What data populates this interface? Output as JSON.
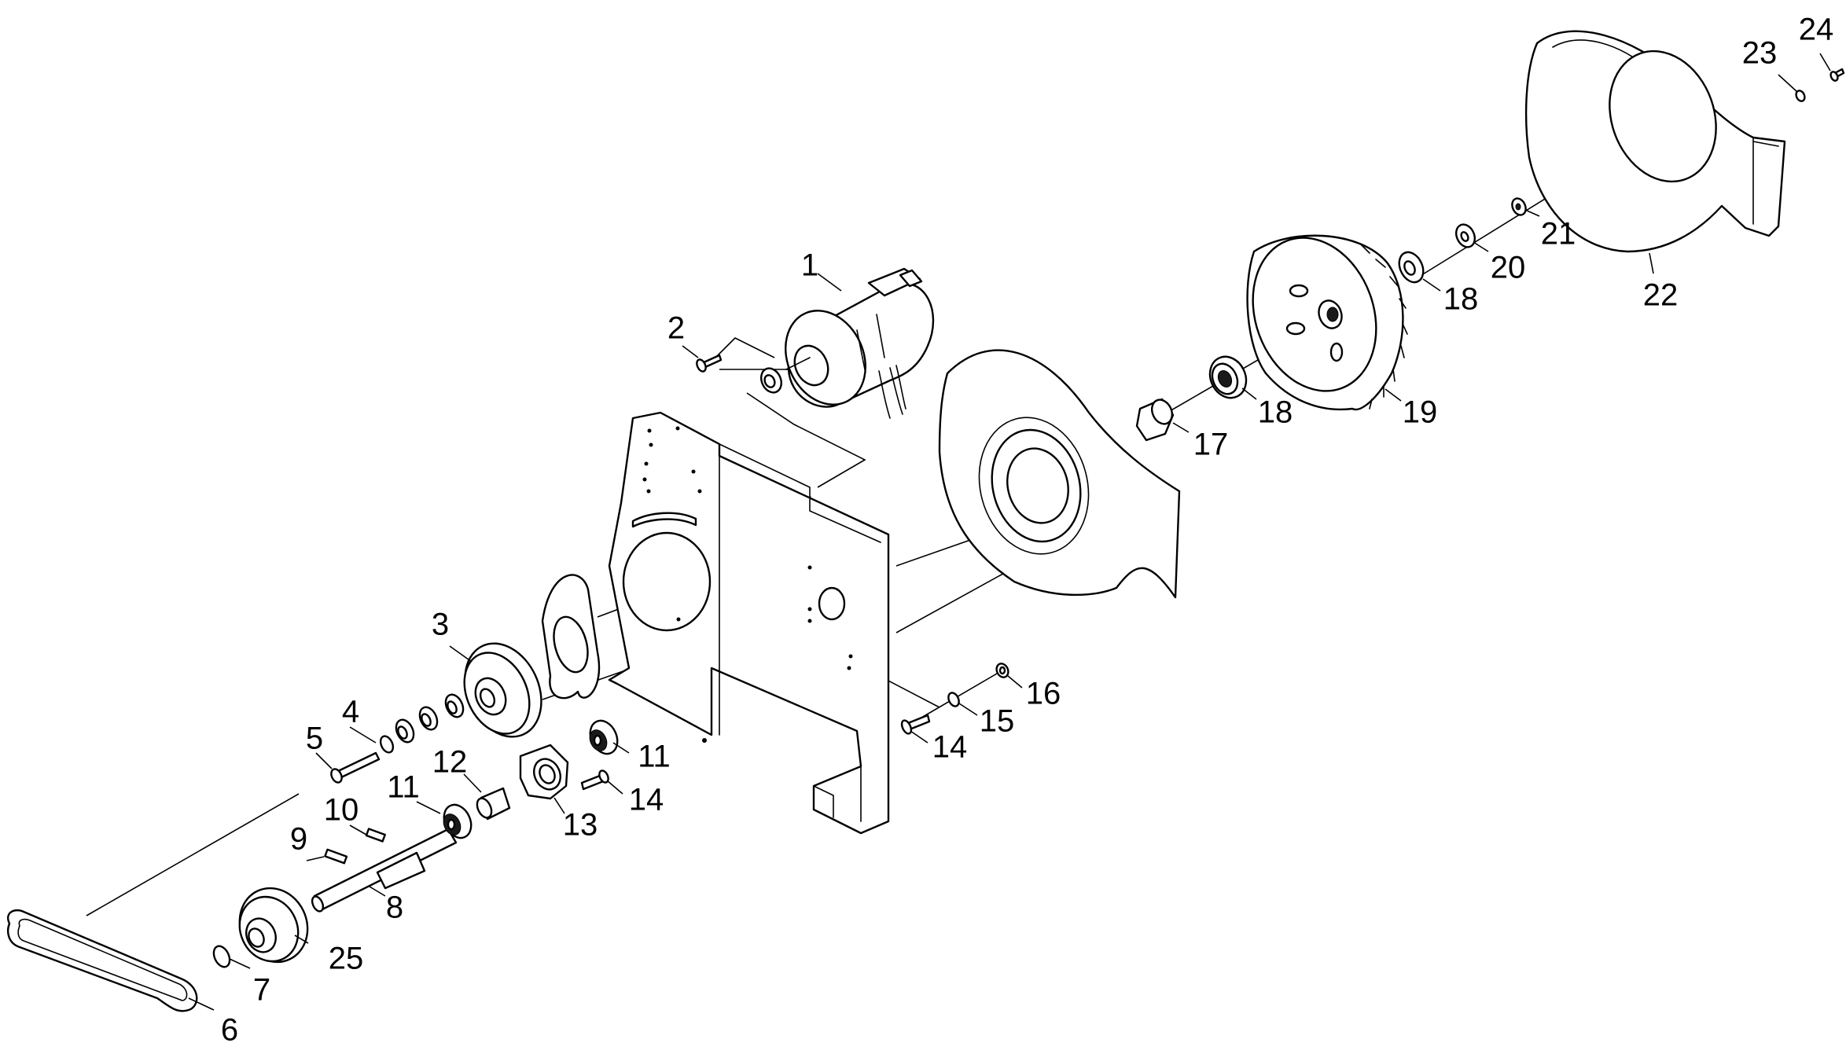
{
  "callouts": [
    {
      "label": "1"
    },
    {
      "label": "2"
    },
    {
      "label": "3"
    },
    {
      "label": "4"
    },
    {
      "label": "5"
    },
    {
      "label": "6"
    },
    {
      "label": "7"
    },
    {
      "label": "8"
    },
    {
      "label": "9"
    },
    {
      "label": "10"
    },
    {
      "label": "11"
    },
    {
      "label": "11"
    },
    {
      "label": "12"
    },
    {
      "label": "13"
    },
    {
      "label": "14"
    },
    {
      "label": "14"
    },
    {
      "label": "15"
    },
    {
      "label": "16"
    },
    {
      "label": "17"
    },
    {
      "label": "18"
    },
    {
      "label": "18"
    },
    {
      "label": "19"
    },
    {
      "label": "20"
    },
    {
      "label": "21"
    },
    {
      "label": "22"
    },
    {
      "label": "23"
    },
    {
      "label": "24"
    },
    {
      "label": "25"
    }
  ]
}
